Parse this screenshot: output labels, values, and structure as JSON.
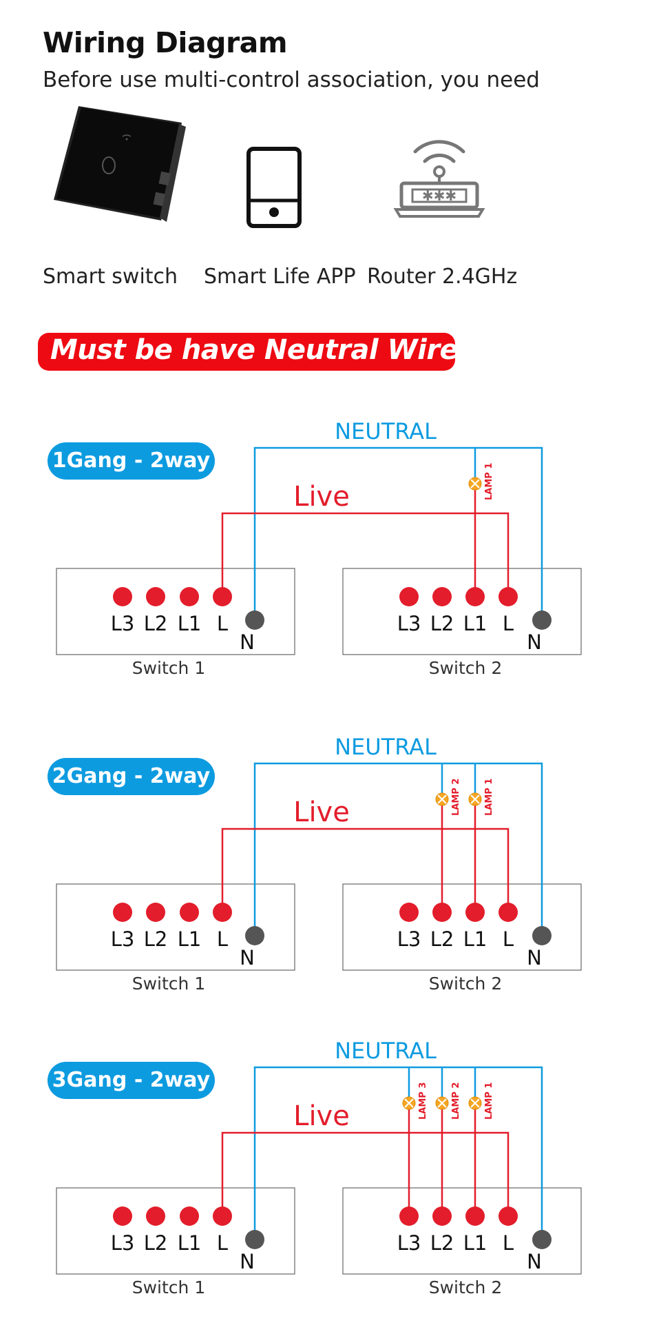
{
  "header": {
    "title": "Wiring Diagram",
    "subtitle": "Before use multi-control association, you need"
  },
  "requirements": [
    {
      "label": "Smart switch",
      "icon": "smart-switch-icon"
    },
    {
      "label": "Smart Life APP",
      "icon": "phone-icon"
    },
    {
      "label": "Router 2.4GHz",
      "icon": "router-icon"
    }
  ],
  "banner": {
    "text": "Must be have Neutral Wire",
    "color": "#ee0a12"
  },
  "colors": {
    "neutral": "#0d9be0",
    "live": "#e31d2b",
    "lamp": "#f5a623",
    "terminal_n": "#555555"
  },
  "diagrams": [
    {
      "tag": "1Gang - 2way",
      "neutral_label": "NEUTRAL",
      "live_label": "Live",
      "terminals": [
        "L3",
        "L2",
        "L1",
        "L"
      ],
      "neutral_terminal": "N",
      "switch1": "Switch 1",
      "switch2": "Switch 2",
      "lamps": [
        "LAMP 1"
      ]
    },
    {
      "tag": "2Gang - 2way",
      "neutral_label": "NEUTRAL",
      "live_label": "Live",
      "terminals": [
        "L3",
        "L2",
        "L1",
        "L"
      ],
      "neutral_terminal": "N",
      "switch1": "Switch 1",
      "switch2": "Switch 2",
      "lamps": [
        "LAMP 2",
        "LAMP 1"
      ]
    },
    {
      "tag": "3Gang - 2way",
      "neutral_label": "NEUTRAL",
      "live_label": "Live",
      "terminals": [
        "L3",
        "L2",
        "L1",
        "L"
      ],
      "neutral_terminal": "N",
      "switch1": "Switch 1",
      "switch2": "Switch 2",
      "lamps": [
        "LAMP 3",
        "LAMP 2",
        "LAMP 1"
      ]
    }
  ]
}
